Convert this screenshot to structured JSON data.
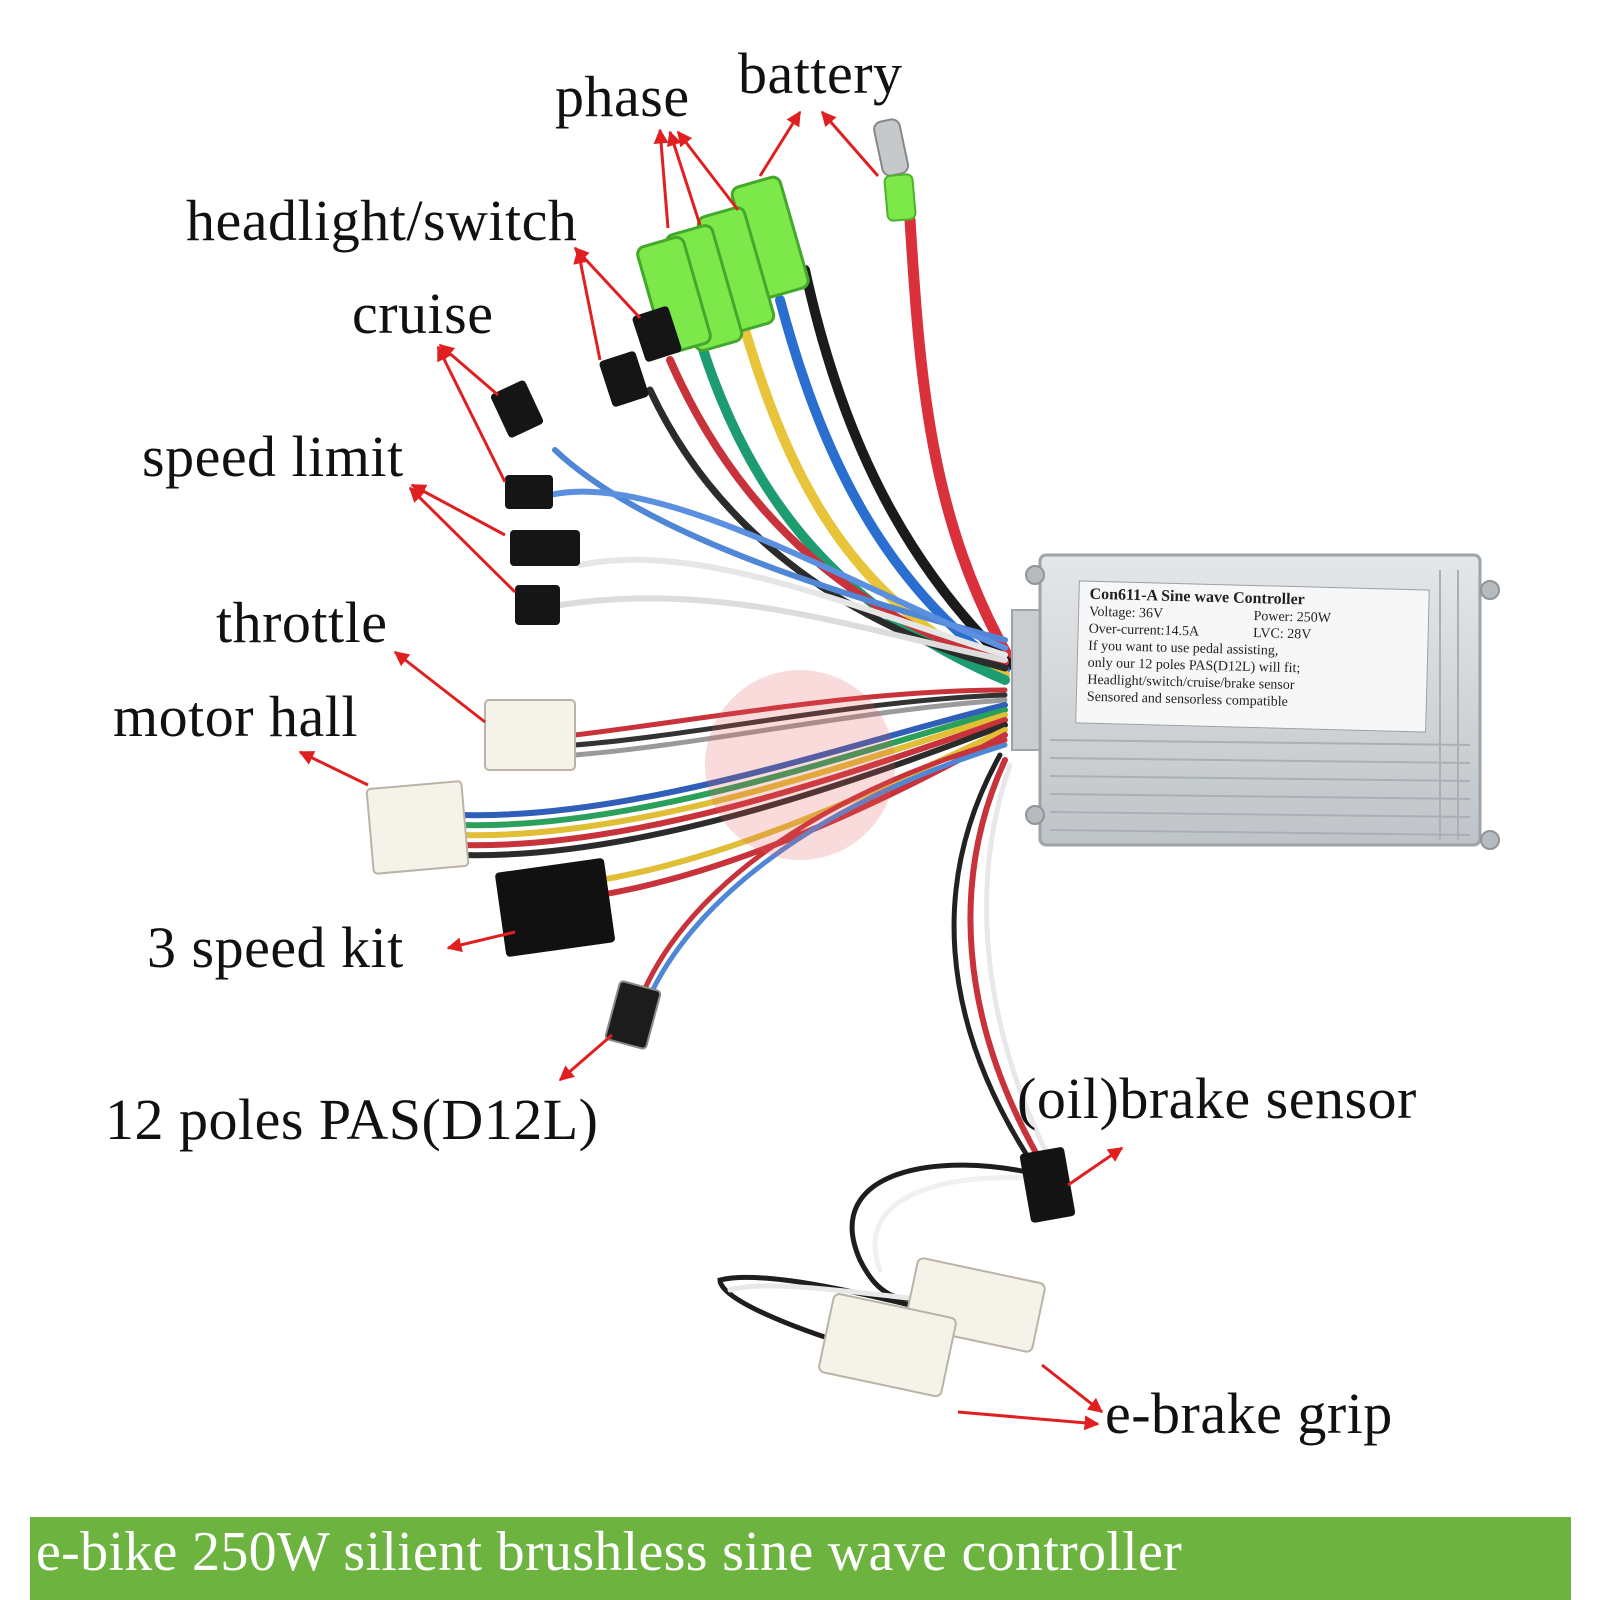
{
  "labels": {
    "phase": "phase",
    "battery": "battery",
    "headlight_switch": "headlight/switch",
    "cruise": "cruise",
    "speed_limit": "speed limit",
    "throttle": "throttle",
    "motor_hall": "motor hall",
    "three_speed_kit": "3 speed kit",
    "pas": "12 poles PAS(D12L)",
    "oil_brake_sensor": "(oil)brake sensor",
    "e_brake_grip": "e-brake grip"
  },
  "sticker": {
    "model": "Con611-A Sine wave Controller",
    "voltage": "Voltage: 36V",
    "power": "Power: 250W",
    "overcurrent": "Over-current:14.5A",
    "lvc": "LVC: 28V",
    "note1": "If you want to use pedal assisting,",
    "note2": "only our 12 poles PAS(D12L) will fit;",
    "note3": "Headlight/switch/cruise/brake sensor",
    "note4": "Sensored and sensorless compatible"
  },
  "footer": {
    "title": "e-bike 250W silient brushless sine wave controller"
  },
  "colors": {
    "arrow": "#e02020",
    "banner": "#6db33f",
    "green_connector": "#7de84a",
    "housing": "#cfd3d6"
  }
}
